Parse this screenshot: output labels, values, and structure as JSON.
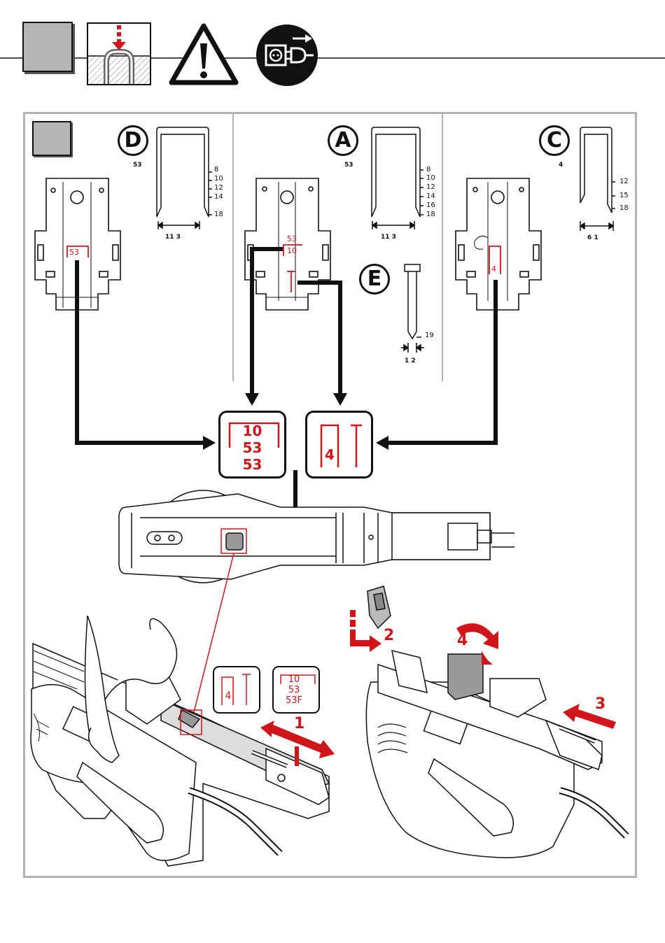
{
  "header": {
    "icons": [
      "grey-square-icon",
      "staple-insert-icon",
      "warning-triangle-icon",
      "unplug-icon"
    ]
  },
  "panel": {
    "sections": [
      {
        "letter": "D",
        "number": "53",
        "lengths": [
          "8",
          "10",
          "12",
          "14",
          "18"
        ],
        "width": "11 3",
        "plate_code": "53"
      },
      {
        "letter": "A",
        "number": "53",
        "lengths": [
          "8",
          "10",
          "12",
          "14",
          "16",
          "18"
        ],
        "width": "11 3",
        "plate_codes": [
          "53",
          "10"
        ]
      },
      {
        "letter": "C",
        "number": "4",
        "lengths": [
          "12",
          "15",
          "18"
        ],
        "width": "6 1",
        "plate_code": "4"
      }
    ],
    "nail": {
      "letter": "E",
      "length": "19",
      "width": "1 2"
    },
    "code_boxes": {
      "staples": [
        "10",
        "53",
        "53"
      ],
      "nails": "4"
    },
    "small_boxes": {
      "nails": "4",
      "staples": [
        "10",
        "53",
        "53F"
      ]
    },
    "steps": [
      "1",
      "2",
      "3",
      "4"
    ]
  },
  "colors": {
    "accent_red": "#d0161b",
    "outline": "#111111",
    "panel_border": "#b3b3b3",
    "grey_square": "#b4b4b4"
  }
}
